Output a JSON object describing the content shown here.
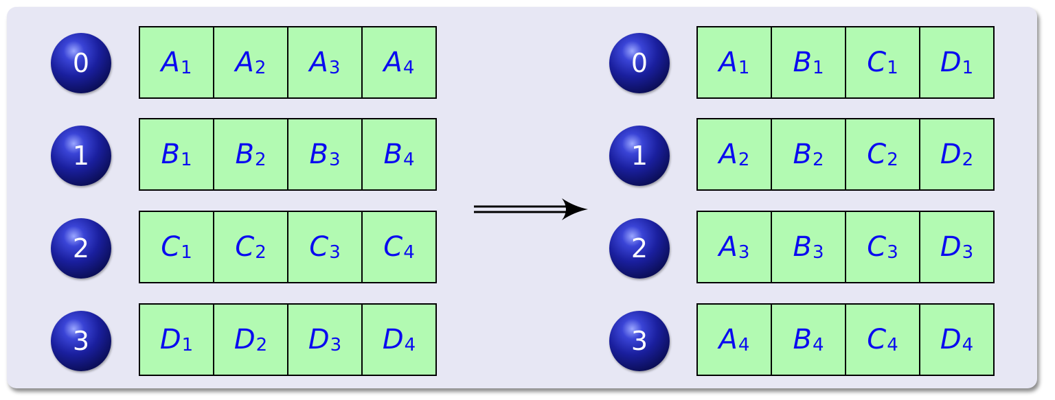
{
  "colors": {
    "panel_bg": "#e7e7f4",
    "cell_bg": "#b2fab2",
    "cell_text": "#0a0af0",
    "ball": "#1a1f9e"
  },
  "left": {
    "processes": [
      "0",
      "1",
      "2",
      "3"
    ],
    "rows": [
      [
        {
          "l": "A",
          "s": "1"
        },
        {
          "l": "A",
          "s": "2"
        },
        {
          "l": "A",
          "s": "3"
        },
        {
          "l": "A",
          "s": "4"
        }
      ],
      [
        {
          "l": "B",
          "s": "1"
        },
        {
          "l": "B",
          "s": "2"
        },
        {
          "l": "B",
          "s": "3"
        },
        {
          "l": "B",
          "s": "4"
        }
      ],
      [
        {
          "l": "C",
          "s": "1"
        },
        {
          "l": "C",
          "s": "2"
        },
        {
          "l": "C",
          "s": "3"
        },
        {
          "l": "C",
          "s": "4"
        }
      ],
      [
        {
          "l": "D",
          "s": "1"
        },
        {
          "l": "D",
          "s": "2"
        },
        {
          "l": "D",
          "s": "3"
        },
        {
          "l": "D",
          "s": "4"
        }
      ]
    ]
  },
  "right": {
    "processes": [
      "0",
      "1",
      "2",
      "3"
    ],
    "rows": [
      [
        {
          "l": "A",
          "s": "1"
        },
        {
          "l": "B",
          "s": "1"
        },
        {
          "l": "C",
          "s": "1"
        },
        {
          "l": "D",
          "s": "1"
        }
      ],
      [
        {
          "l": "A",
          "s": "2"
        },
        {
          "l": "B",
          "s": "2"
        },
        {
          "l": "C",
          "s": "2"
        },
        {
          "l": "D",
          "s": "2"
        }
      ],
      [
        {
          "l": "A",
          "s": "3"
        },
        {
          "l": "B",
          "s": "3"
        },
        {
          "l": "C",
          "s": "3"
        },
        {
          "l": "D",
          "s": "3"
        }
      ],
      [
        {
          "l": "A",
          "s": "4"
        },
        {
          "l": "B",
          "s": "4"
        },
        {
          "l": "C",
          "s": "4"
        },
        {
          "l": "D",
          "s": "4"
        }
      ]
    ]
  },
  "arrow_icon": "double-right-arrow-icon"
}
